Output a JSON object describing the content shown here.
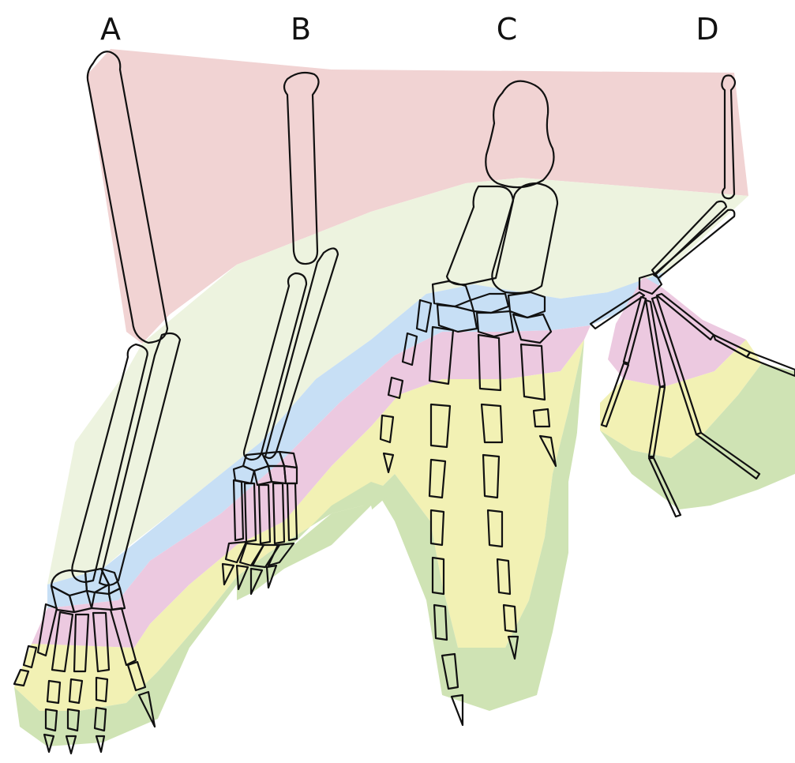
{
  "labels": {
    "a": "A",
    "b": "B",
    "c": "C",
    "d": "D"
  },
  "colors": {
    "upper": "#f1d3d3",
    "middle": "#edf3df",
    "wrist": "#c7dff5",
    "palm": "#ecc9e0",
    "digits": "#f2f1b4",
    "tips": "#cfe3b4",
    "outline": "#111111"
  }
}
